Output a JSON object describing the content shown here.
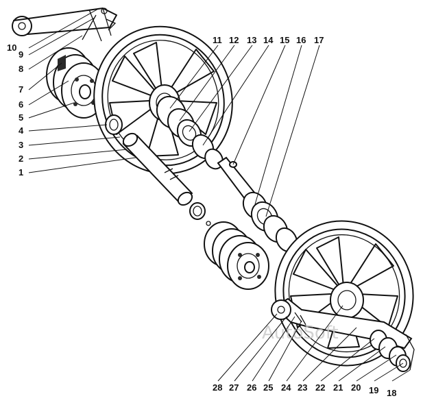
{
  "watermark": "AutoSoft",
  "callouts": {
    "left": [
      "10",
      "9",
      "8",
      "7",
      "6",
      "5",
      "4",
      "3",
      "2",
      "1"
    ],
    "top": [
      "11",
      "12",
      "13",
      "14",
      "15",
      "16",
      "17"
    ],
    "bottom": [
      "28",
      "27",
      "26",
      "25",
      "24",
      "23",
      "22",
      "21",
      "20",
      "19",
      "18"
    ]
  },
  "icons": [
    "sprocket-wheel-icon",
    "shaft-icon",
    "bearing-ring-icon",
    "hub-icon",
    "bracket-icon"
  ]
}
